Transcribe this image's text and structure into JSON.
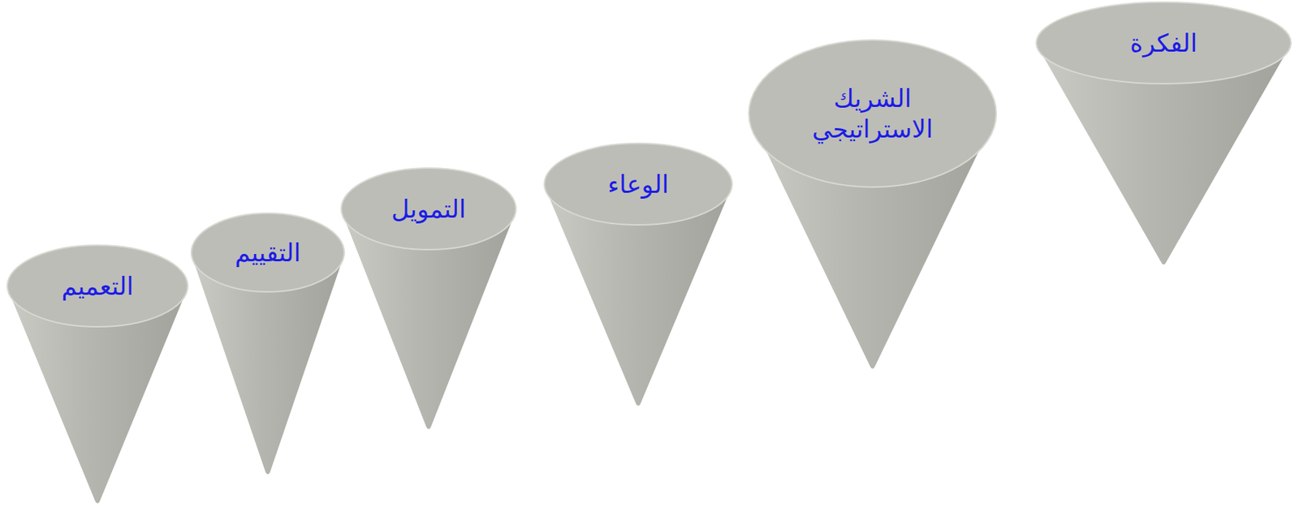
{
  "diagram": {
    "nodes": [
      {
        "text": [
          "الفكرة"
        ]
      },
      {
        "text": [
          "الشريك الاستراتيجي"
        ]
      },
      {
        "text": [
          "الوعاء"
        ]
      },
      {
        "text": [
          "التمويل"
        ]
      },
      {
        "text": [
          "التقييم"
        ]
      },
      {
        "text": [
          "التعميم"
        ]
      }
    ]
  }
}
